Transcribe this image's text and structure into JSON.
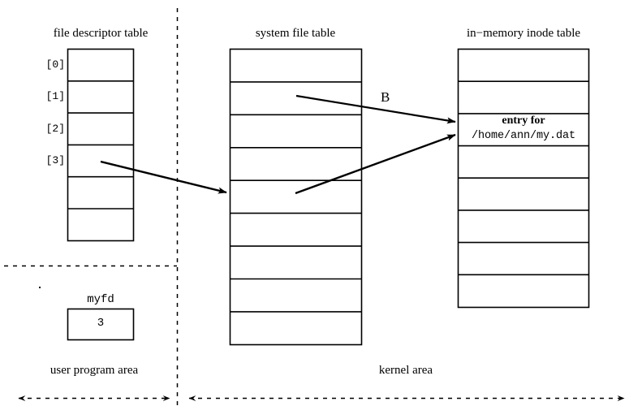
{
  "diagram": {
    "title_fd_table": "file descriptor table",
    "title_system_file_table": "system file table",
    "title_inode_table": "in−memory inode table",
    "fd_table": {
      "rows": 6,
      "index_labels": [
        "[0]",
        "[1]",
        "[2]",
        "[3]",
        "",
        ""
      ]
    },
    "system_file_table": {
      "rows": 9,
      "cells": [
        "",
        "",
        "",
        "",
        "",
        "",
        "",
        "",
        ""
      ]
    },
    "inode_table": {
      "rows": 8,
      "entry_row_index": 2,
      "entry_label": "entry for",
      "entry_path": "/home/ann/my.dat"
    },
    "user_variable": {
      "name": "myfd",
      "value": "3"
    },
    "arrow_labels": {
      "b": "B"
    },
    "area_labels": {
      "user": "user program area",
      "kernel": "kernel area"
    },
    "colors": {
      "stroke": "#000000",
      "background": "#ffffff"
    }
  }
}
